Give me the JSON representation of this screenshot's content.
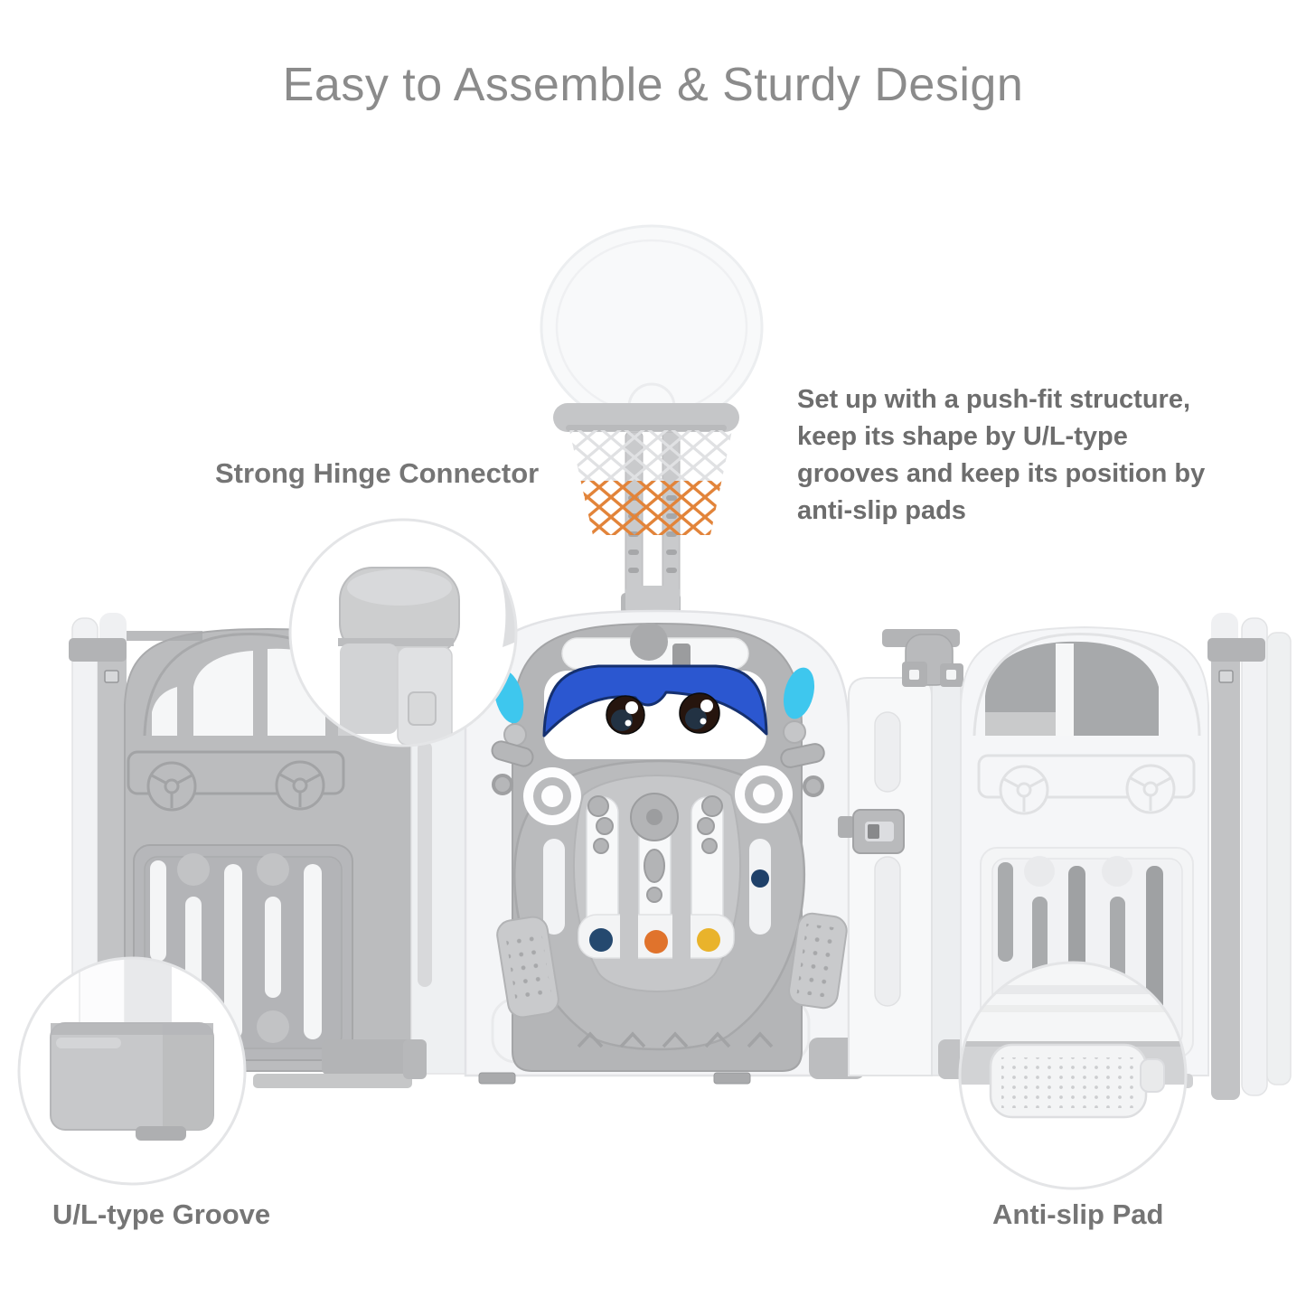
{
  "title": "Easy to Assemble & Sturdy Design",
  "description": {
    "line1": "Set up with a push-fit structure,",
    "line2": "keep its shape by U/L-type",
    "line3": "grooves and keep its position by",
    "line4": "anti-slip pads"
  },
  "callouts": {
    "hinge_label": "Strong Hinge Connector",
    "groove_label": "U/L-type Groove",
    "pad_label": "Anti-slip Pad"
  },
  "colors": {
    "title_text": "#8b8b8b",
    "label_text": "#757575",
    "body_text": "#6d6d6d",
    "panel_gray": "#bbbcbe",
    "panel_white": "#f4f5f7",
    "face_plate_gray": "#b4b5b7",
    "visor_blue": "#2b57d0",
    "mirror_blue": "#3ec7ee",
    "net_orange": "#e2843a",
    "ball_navy": "#25496f",
    "ball_orange": "#e0732c",
    "ball_yellow": "#e9b32b"
  }
}
